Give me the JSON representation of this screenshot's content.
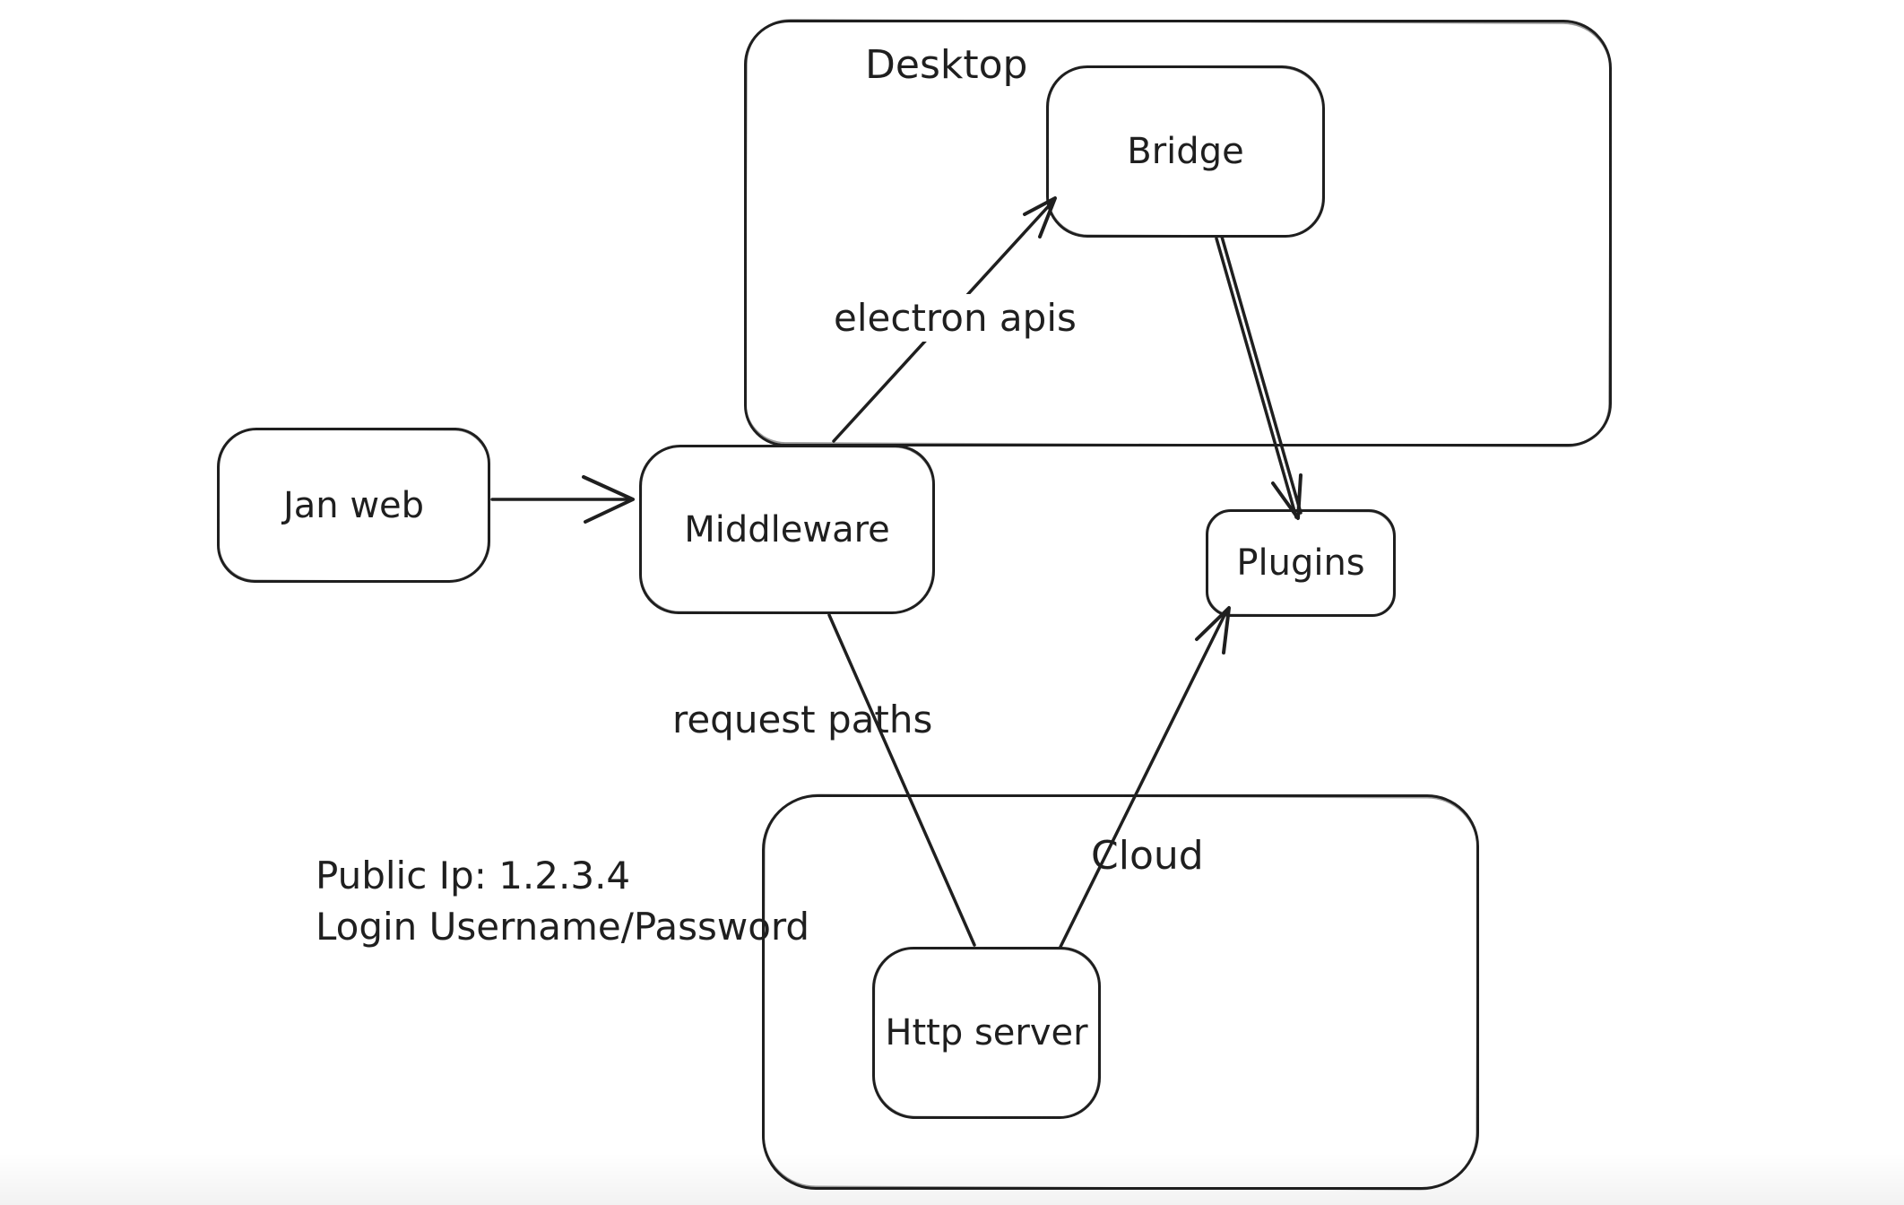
{
  "canvas": {
    "background": "#ffffff",
    "stroke_color": "#1f1f1f",
    "text_color": "#1f1f1f"
  },
  "containers": {
    "desktop": {
      "label": "Desktop"
    },
    "cloud": {
      "label": "Cloud"
    }
  },
  "nodes": {
    "jan_web": {
      "label": "Jan web"
    },
    "middleware": {
      "label": "Middleware"
    },
    "bridge": {
      "label": "Bridge"
    },
    "plugins": {
      "label": "Plugins"
    },
    "http_server": {
      "label": "Http server"
    }
  },
  "edge_labels": {
    "middleware_to_bridge": "electron apis",
    "middleware_to_http_server": "request paths"
  },
  "annotations": {
    "public_ip": "Public Ip: 1.2.3.4",
    "login": "Login Username/Password"
  }
}
